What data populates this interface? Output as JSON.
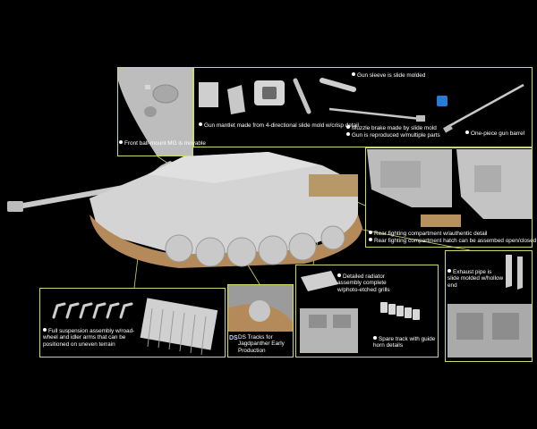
{
  "callouts": {
    "ball_mount_mg": "Front ball-mount MG is movable",
    "gun_mantlet": "Gun mantlet made from 4-directional slide mold w/crisp detail",
    "gun_sleeve": "Gun sleeve is slide molded",
    "muzzle_brake": "Muzzle brake made by slide mold",
    "gun_parts": "Gun is reproduced w/multiple parts",
    "one_piece_barrel": "One-piece gun barrel",
    "rear_fighting_detail": "Rear fighting compartment w/authentic detail",
    "rear_hatch": "Rear fighting compartment hatch can be assembed open/closed",
    "radiator": "Detailed radiator assembly complete w/photo-etched grills",
    "exhaust": "Exhaust pipe is slide molded w/hollow end",
    "suspension": "Full suspension assembly w/road-wheel and idler arms that can be positioned on uneven terrain",
    "ds_tracks": "DS Tracks for Jagdpanther Early Production",
    "spare_track": "Spare track with guide horn details"
  },
  "colors": {
    "frame": "#cfd86a",
    "hull": "#d4d4d4",
    "track": "#b58a5a",
    "badge": "#2a7ad8"
  }
}
